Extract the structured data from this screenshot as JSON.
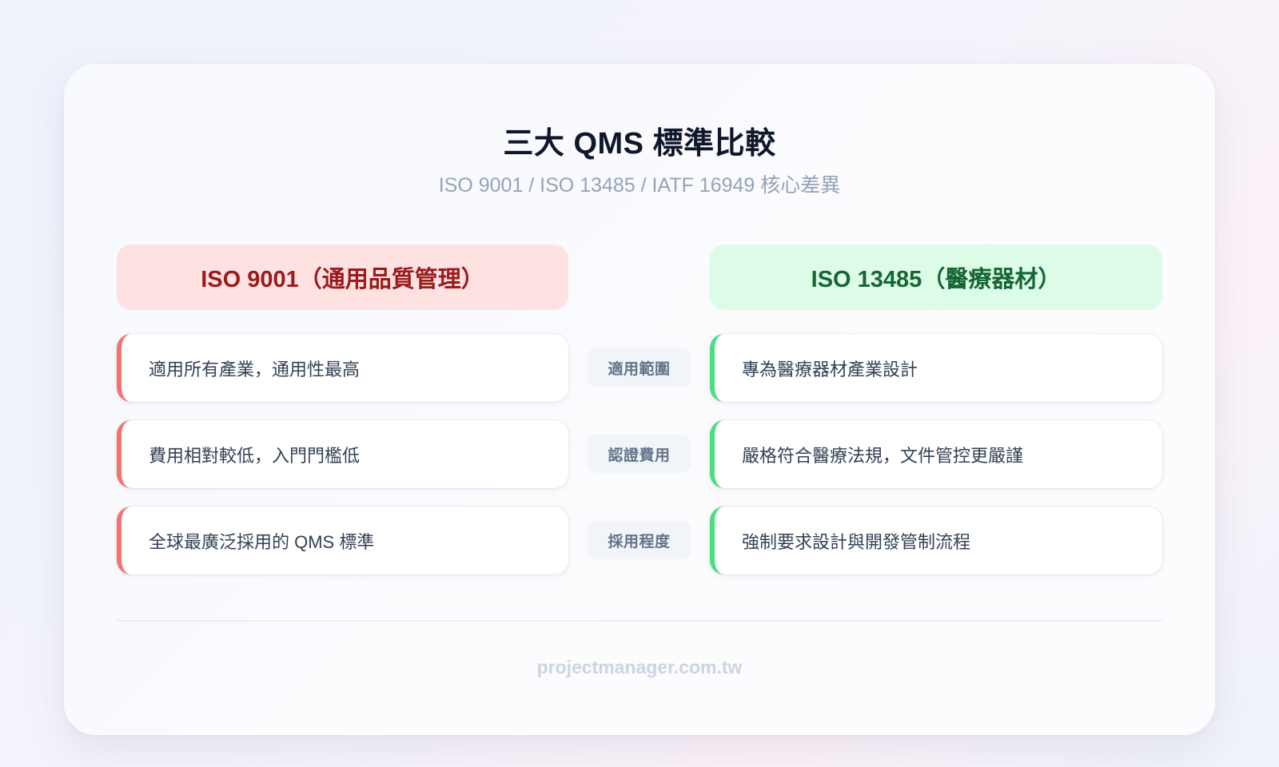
{
  "title": "三大 QMS 標準比較",
  "subtitle": "ISO 9001 / ISO 13485 / IATF 16949 核心差異",
  "columns": {
    "left": {
      "header": "ISO 9001（通用品質管理）",
      "accent_color": "#f87171",
      "header_bg": "#fee2e2",
      "header_text_color": "#991b1b",
      "items": [
        "適用所有產業，通用性最高",
        "費用相對較低，入門門檻低",
        "全球最廣泛採用的 QMS 標準"
      ]
    },
    "right": {
      "header": "ISO 13485（醫療器材）",
      "accent_color": "#4ade80",
      "header_bg": "#dcfce7",
      "header_text_color": "#166534",
      "items": [
        "專為醫療器材產業設計",
        "嚴格符合醫療法規，文件管控更嚴謹",
        "強制要求設計與開發管制流程"
      ]
    }
  },
  "categories": [
    "適用範圍",
    "認證費用",
    "採用程度"
  ],
  "footer": "projectmanager.com.tw"
}
